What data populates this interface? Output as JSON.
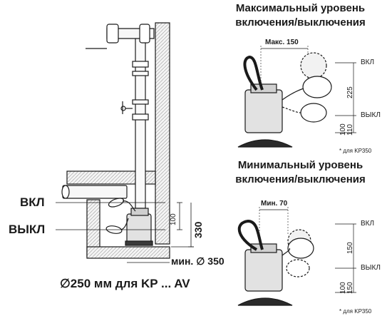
{
  "left": {
    "label_on": "ВКЛ",
    "label_off": "ВЫКЛ",
    "dim_100": "100",
    "dim_330": "330",
    "min_diameter": "мин. ∅ 350",
    "caption": "∅250 мм для KP ... AV"
  },
  "top_right": {
    "title_line1": "Максимальный уровень",
    "title_line2": "включения/выключения",
    "max_label": "Макс. 150",
    "label_on": "ВКЛ",
    "label_off": "ВЫКЛ",
    "dim_225": "225",
    "dim_100": "100",
    "dim_110": "110",
    "note": "* для KP350"
  },
  "bottom_right": {
    "title_line1": "Минимальный уровень",
    "title_line2": "включения/выключения",
    "min_label": "Мин. 70",
    "label_on": "ВКЛ",
    "label_off": "ВЫКЛ",
    "dim_150": "150",
    "dim_100": "100",
    "dim_150s": "150",
    "note": "* для KP350"
  },
  "colors": {
    "line": "#1a1a1a",
    "wall_fill": "#eeeeee",
    "pump_fill": "#e2e2e2",
    "base_fill": "#2a2a2a"
  }
}
